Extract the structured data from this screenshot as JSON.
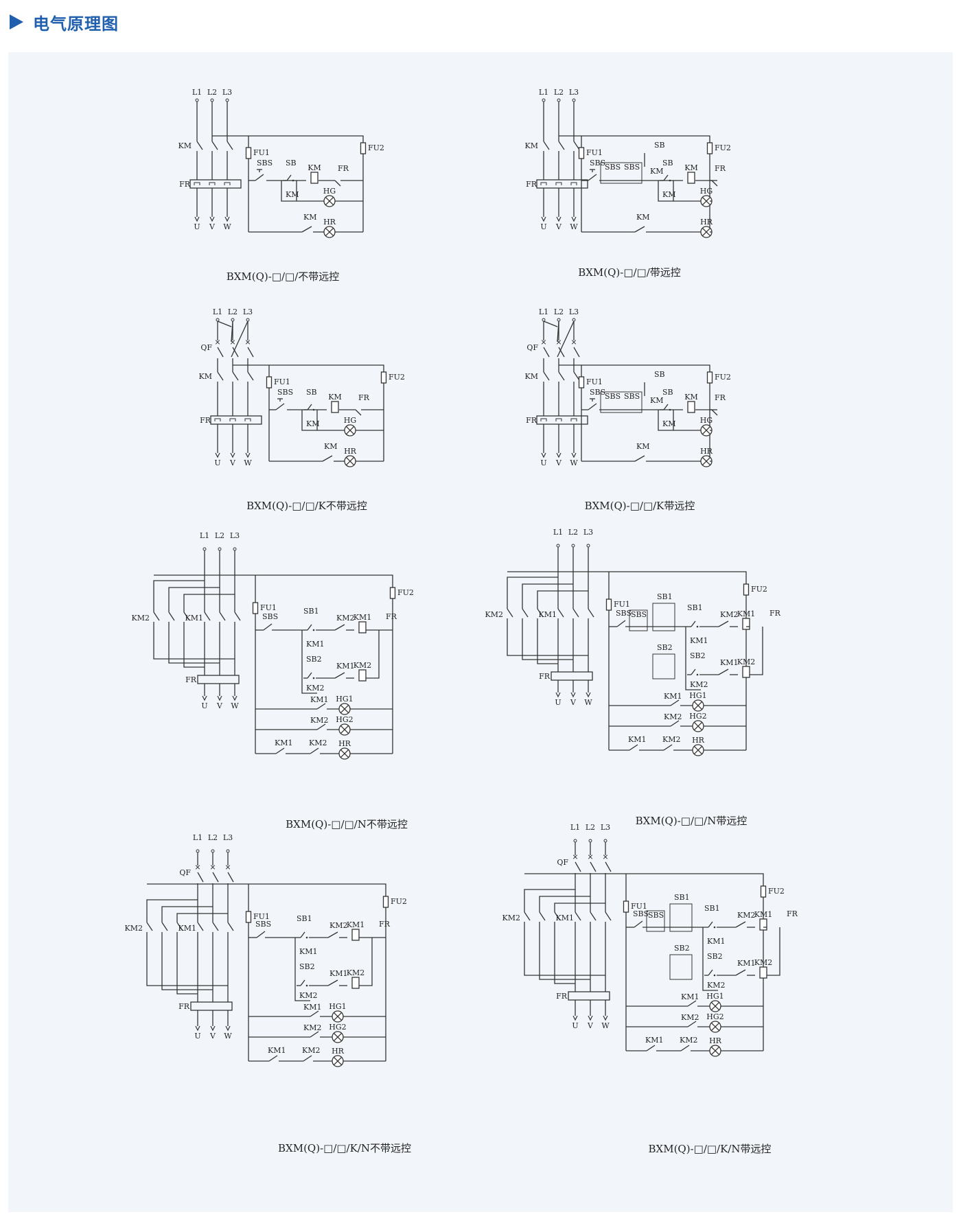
{
  "header": {
    "title": "电气原理图",
    "icon": "triangle-right-icon",
    "accent_color": "#1f5fae"
  },
  "panel": {
    "background": "#f2f6fa"
  },
  "diagrams": [
    {
      "caption": "BXM(Q)-□/□/不带远控",
      "qf": false,
      "remote": false,
      "dual": false
    },
    {
      "caption": "BXM(Q)-□/□/带远控",
      "qf": false,
      "remote": true,
      "dual": false
    },
    {
      "caption": "BXM(Q)-□/□/K不带远控",
      "qf": true,
      "remote": false,
      "dual": false
    },
    {
      "caption": "BXM(Q)-□/□/K带远控",
      "qf": true,
      "remote": true,
      "dual": false
    },
    {
      "caption": "BXM(Q)-□/□/N不带远控",
      "qf": false,
      "remote": false,
      "dual": true
    },
    {
      "caption": "BXM(Q)-□/□/N带远控",
      "qf": false,
      "remote": true,
      "dual": true
    },
    {
      "caption": "BXM(Q)-□/□/K/N不带远控",
      "qf": true,
      "remote": false,
      "dual": true
    },
    {
      "caption": "BXM(Q)-□/□/K/N带远控",
      "qf": true,
      "remote": true,
      "dual": true
    }
  ],
  "labels": {
    "phases": [
      "L1",
      "L2",
      "L3"
    ],
    "outputs": [
      "U",
      "V",
      "W"
    ],
    "qf": "QF",
    "km": "KM",
    "km1": "KM1",
    "km2": "KM2",
    "fr": "FR",
    "fu1": "FU1",
    "fu2": "FU2",
    "sbs": "SBS",
    "sb": "SB",
    "sb1": "SB1",
    "sb2": "SB2",
    "hg": "HG",
    "hg1": "HG1",
    "hg2": "HG2",
    "hr": "HR"
  }
}
